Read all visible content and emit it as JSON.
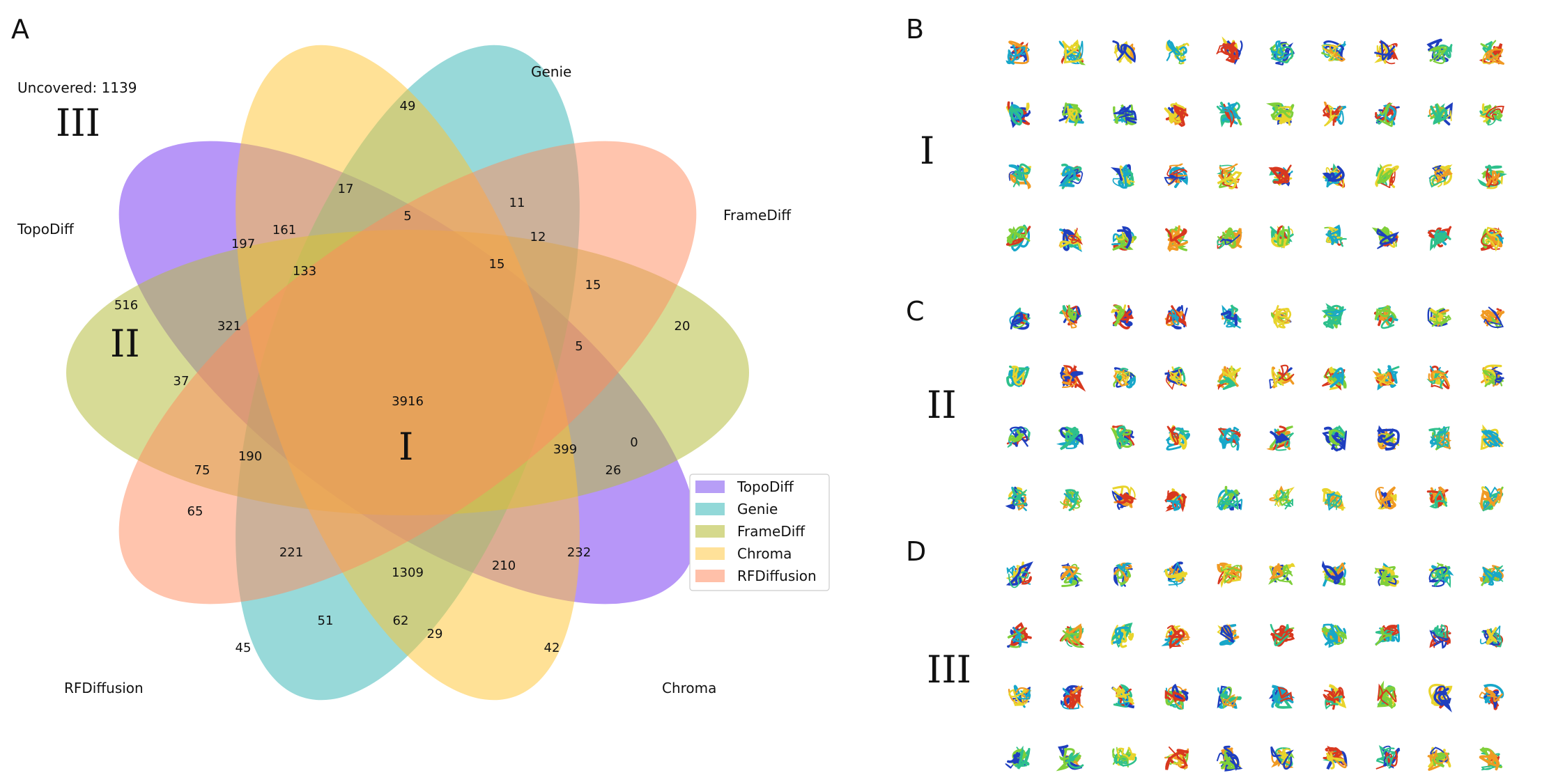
{
  "panels": {
    "a": "A",
    "b": "B",
    "c": "C",
    "d": "D"
  },
  "venn": {
    "sets": [
      {
        "name": "TopoDiff",
        "color": "#7b3ff2"
      },
      {
        "name": "Genie",
        "color": "#31b3b3"
      },
      {
        "name": "FrameDiff",
        "color": "#b6bd40"
      },
      {
        "name": "Chroma",
        "color": "#ffc42d"
      },
      {
        "name": "RFDiffusion",
        "color": "#ff8a5c"
      }
    ],
    "uncovered_text": "Uncovered: 1139",
    "region_labels": {
      "r1": "I",
      "r2": "II",
      "r3": "III"
    },
    "counts": [
      "49",
      "17",
      "5",
      "11",
      "197",
      "161",
      "12",
      "133",
      "15",
      "15",
      "516",
      "321",
      "5",
      "20",
      "37",
      "3916",
      "190",
      "75",
      "399",
      "0",
      "26",
      "65",
      "221",
      "232",
      "1309",
      "210",
      "51",
      "62",
      "29",
      "45",
      "42"
    ]
  },
  "legend": {
    "items": [
      {
        "label": "TopoDiff",
        "color": "#b79ef6"
      },
      {
        "label": "Genie",
        "color": "#92d8d8"
      },
      {
        "label": "FrameDiff",
        "color": "#d5d98d"
      },
      {
        "label": "Chroma",
        "color": "#ffe199"
      },
      {
        "label": "RFDiffusion",
        "color": "#ffc0a9"
      }
    ]
  },
  "gallery": {
    "row_labels": [
      "I",
      "II",
      "III"
    ],
    "structure_colors": [
      "#1f3fbf",
      "#18a7c9",
      "#2ec08c",
      "#7fcf3a",
      "#e8d42c",
      "#f09a24",
      "#d8381f"
    ]
  }
}
